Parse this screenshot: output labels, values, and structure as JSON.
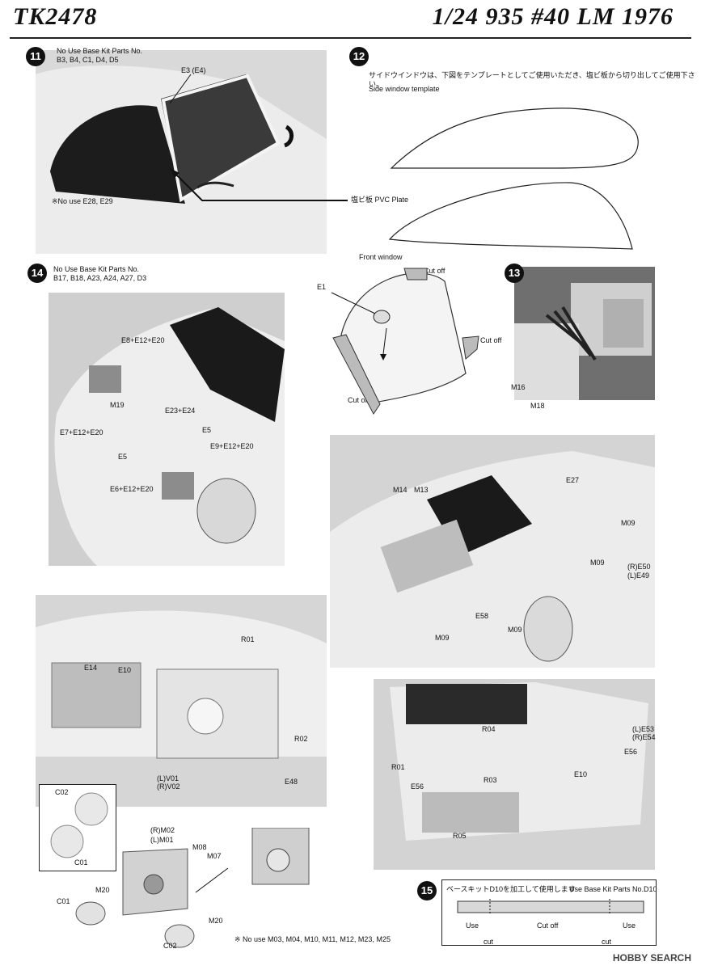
{
  "header": {
    "kit_code": "TK2478",
    "title": "1/24 935 #40 LM 1976"
  },
  "step11": {
    "number": "11",
    "note_line1": "No Use Base Kit Parts No.",
    "note_line2": "B3, B4, C1, D4, D5",
    "label_e3": "E3 (E4)",
    "no_use": "※No use E28, E29",
    "pvc": "塩ビ板  PVC Plate"
  },
  "step12": {
    "number": "12",
    "instruction_jp": "サイドウインドウは、下図をテンプレートとしてご使用いただき、塩ビ板から切り出してご使用下さい。",
    "instruction_en": "Side window template",
    "front_window": "Front window",
    "cut_off": "Cut off",
    "label_e1": "E1"
  },
  "step13": {
    "number": "13",
    "m16": "M16",
    "m18": "M18"
  },
  "step14": {
    "number": "14",
    "note_line1": "No Use Base Kit Parts No.",
    "note_line2": "B17, B18, A23, A24, A27, D3",
    "labels": [
      "E8+E12+E20",
      "M19",
      "E23+E24",
      "E5",
      "E7+E12+E20",
      "E9+E12+E20",
      "E5",
      "E6+E12+E20"
    ]
  },
  "rear_view": {
    "labels": [
      "M14",
      "M13",
      "E27",
      "M09",
      "M09",
      "(R)E50",
      "(L)E49",
      "E58",
      "M09",
      "M09"
    ]
  },
  "front_light": {
    "labels": [
      "R01",
      "E14",
      "E10",
      "R02",
      "(L)V01",
      "(R)V02",
      "E48",
      "C02",
      "C01"
    ]
  },
  "lamp_parts": {
    "labels": [
      "(R)M02",
      "(L)M01",
      "M08",
      "M07",
      "M20",
      "C01",
      "M20",
      "C02"
    ],
    "no_use": "※  No use M03, M04, M10, M11, M12, M23, M25"
  },
  "rear_wing": {
    "labels": [
      "R04",
      "(L)E53",
      "(R)E54",
      "E56",
      "R01",
      "R03",
      "E10",
      "E56",
      "R05"
    ]
  },
  "step15": {
    "number": "15",
    "instruction_jp": "ベースキットD10を加工して使用します",
    "instruction_en": "Use Base Kit Parts No.D10",
    "use_left": "Use",
    "cut_off": "Cut off",
    "use_right": "Use",
    "cut_left": "cut",
    "cut_right": "cut"
  },
  "watermark": "HOBBY SEARCH"
}
